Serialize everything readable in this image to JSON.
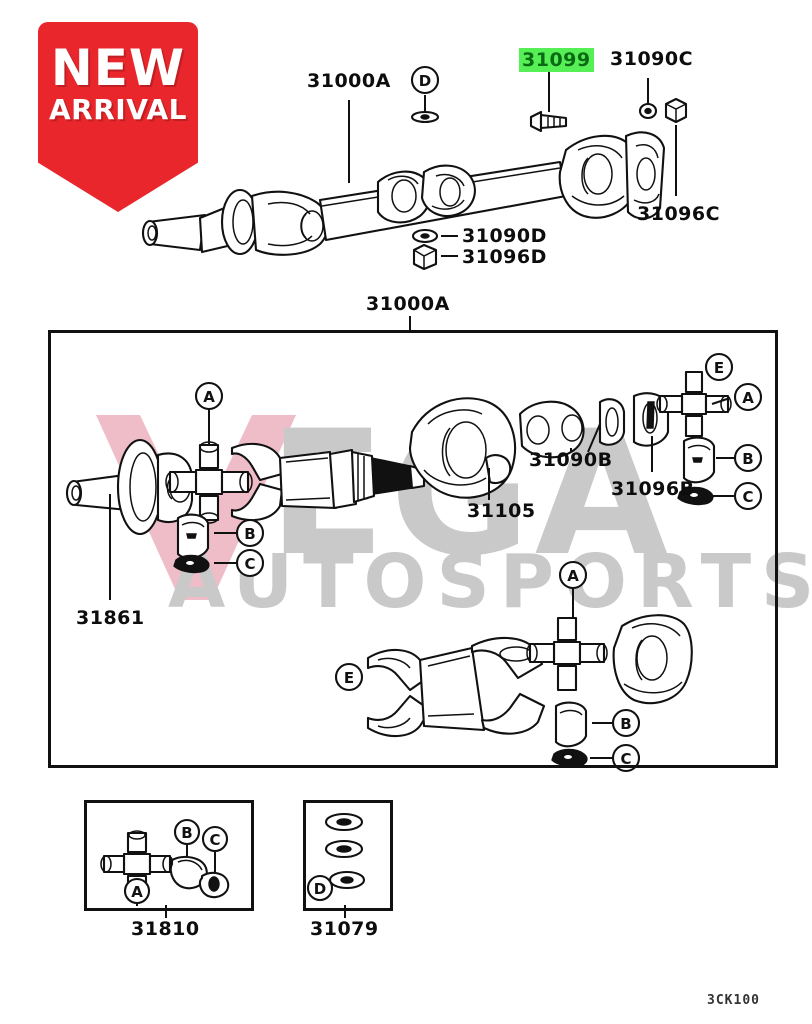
{
  "badge": {
    "line1": "NEW",
    "line2": "ARRIVAL",
    "color": "#e8262b"
  },
  "watermark": {
    "mark": "V",
    "brand": "EGA",
    "tagline": "AUTOSPORTS",
    "mark_color": "#edb9c4",
    "text_color": "#c9c9c9"
  },
  "highlight": {
    "part_number": "31099",
    "bg_color": "#56f056",
    "text_color": "#0b6b15"
  },
  "diagram": {
    "sheet_code": "3CK100",
    "top_assembly": {
      "labels": [
        {
          "id": "top-31000a",
          "text": "31000A"
        },
        {
          "id": "top-31099",
          "text": "31099",
          "highlighted": true
        },
        {
          "id": "top-31090c",
          "text": "31090C"
        },
        {
          "id": "top-31096c",
          "text": "31096C"
        },
        {
          "id": "top-31090d",
          "text": "31090D"
        },
        {
          "id": "top-31096d",
          "text": "31096D"
        }
      ],
      "callouts": [
        {
          "letter": "D"
        }
      ]
    },
    "detail_box": {
      "title": "31000A",
      "labels": [
        {
          "id": "det-31861",
          "text": "31861"
        },
        {
          "id": "det-31105",
          "text": "31105"
        },
        {
          "id": "det-31090b",
          "text": "31090B"
        },
        {
          "id": "det-31096b",
          "text": "31096B"
        }
      ],
      "callouts": [
        {
          "letter": "A"
        },
        {
          "letter": "B"
        },
        {
          "letter": "C"
        },
        {
          "letter": "E"
        }
      ]
    },
    "kit_boxes": [
      {
        "id": "kit-31810",
        "label": "31810",
        "callouts": [
          "A",
          "B",
          "C"
        ]
      },
      {
        "id": "kit-31079",
        "label": "31079",
        "callouts": [
          "D"
        ]
      }
    ]
  }
}
